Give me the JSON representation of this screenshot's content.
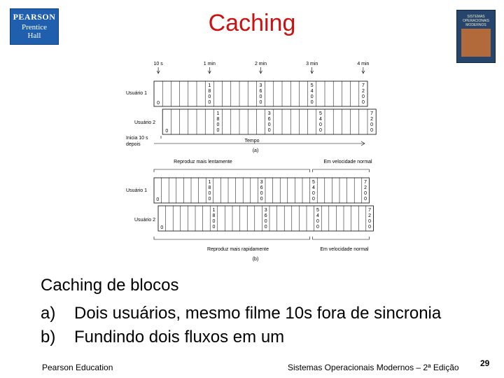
{
  "header": {
    "logo_lines": [
      "PEARSON",
      "Prentice",
      "Hall"
    ],
    "title": "Caching",
    "book_cover_text": "SISTEMAS OPERACIONAIS MODERNOS"
  },
  "figure": {
    "part_a": {
      "time_marks": [
        "10 s",
        "1 min",
        "2 min",
        "3 min",
        "4 min"
      ],
      "user1_label": "Usuário 1",
      "user2_label": "Usuário 2",
      "start_note": [
        "Inicia 10 s",
        "depois"
      ],
      "time_axis_label": "Tempo",
      "label": "(a)",
      "user1_blocks": [
        {
          "col": 0,
          "text": "0"
        },
        {
          "col": 6,
          "text": "1800"
        },
        {
          "col": 12,
          "text": "3600"
        },
        {
          "col": 18,
          "text": "5400"
        },
        {
          "col": 24,
          "text": "7200"
        }
      ],
      "user2_blocks": [
        {
          "col": 0,
          "text": "0"
        },
        {
          "col": 6,
          "text": "1800"
        },
        {
          "col": 12,
          "text": "3600"
        },
        {
          "col": 18,
          "text": "5400"
        },
        {
          "col": 24,
          "text": "7200"
        }
      ]
    },
    "part_b": {
      "top_brace_left": "Reproduz mais lentamente",
      "top_brace_right": "Em velocidade normal",
      "user1_label": "Usuário 1",
      "user2_label": "Usuário 2",
      "bottom_brace_left": "Reproduz mais rapidamente",
      "bottom_brace_right": "Em velocidade normal",
      "label": "(b)",
      "user1_blocks": [
        {
          "col": 0,
          "text": "0"
        },
        {
          "col": 7,
          "text": "1800"
        },
        {
          "col": 14,
          "text": "3600"
        },
        {
          "col": 21,
          "text": "5400"
        },
        {
          "col": 28,
          "text": "7200"
        }
      ],
      "user2_blocks": [
        {
          "col": 0,
          "text": "0"
        },
        {
          "col": 7,
          "text": "1800"
        },
        {
          "col": 14,
          "text": "3600"
        },
        {
          "col": 21,
          "text": "5400"
        },
        {
          "col": 28,
          "text": "7200"
        }
      ]
    }
  },
  "body": {
    "caption": "Caching de blocos",
    "items": [
      {
        "marker": "a)",
        "text": "Dois usuários, mesmo filme 10s fora de sincronia"
      },
      {
        "marker": "b)",
        "text": "Fundindo dois fluxos em um"
      }
    ]
  },
  "footer": {
    "left": "Pearson Education",
    "center": "Sistemas Operacionais Modernos – 2ª Edição",
    "page": "29"
  }
}
